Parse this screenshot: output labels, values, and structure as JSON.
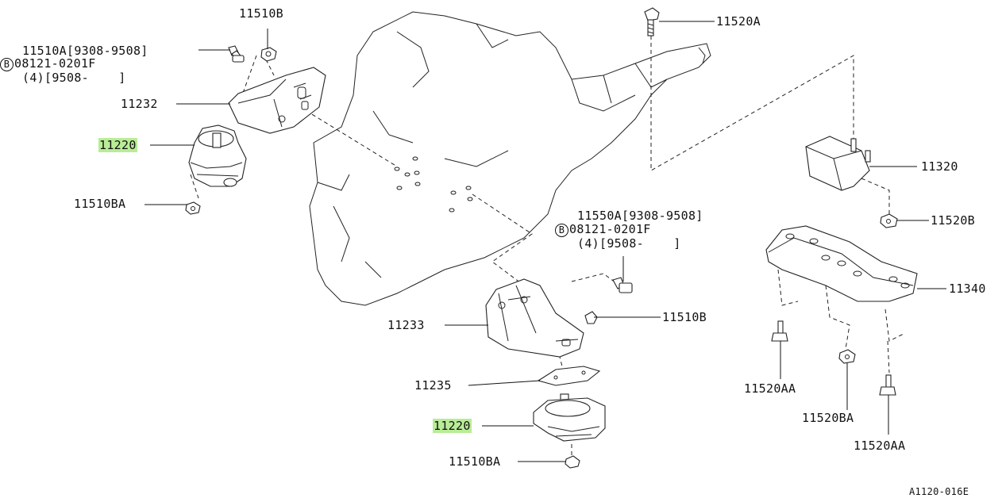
{
  "highlight_color": "#b9ec97",
  "labels": {
    "p11510B_top": "11510B",
    "p11510A_a": "11510A[9308-9508]",
    "p11510A_b_circ": "B",
    "p11510A_b": "08121-0201F",
    "p11510A_c": "(4)[9508-    ]",
    "p11232": "11232",
    "p11220_top": "11220",
    "p11510BA_left": "11510BA",
    "p11520A": "11520A",
    "p11320": "11320",
    "p11520B": "11520B",
    "p11340": "11340",
    "p11550A_a": "11550A[9308-9508]",
    "p11550A_b_circ": "B",
    "p11550A_b": "08121-0201F",
    "p11550A_c": "(4)[9508-    ]",
    "p11233": "11233",
    "p11510B_mid": "11510B",
    "p11235": "11235",
    "p11220_bottom": "11220",
    "p11510BA_bottom": "11510BA",
    "p11520AA_left": "11520AA",
    "p11520BA": "11520BA",
    "p11520AA_right": "11520AA",
    "diagram_code": "A1120-016E"
  }
}
